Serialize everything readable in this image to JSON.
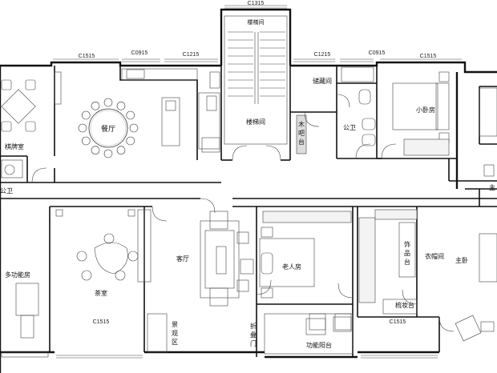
{
  "dimensions": {
    "top": "C1315",
    "c1515_a": "C1515",
    "c0915_a": "C0915",
    "c1215_a": "C1215",
    "c1215_b": "C1215",
    "c0915_b": "C0915",
    "c1515_b": "C1515",
    "c1515_c": "C1515",
    "c1515_d": "C1515"
  },
  "rooms": {
    "stair_room": "楼梯间",
    "stairwell": "楼梯间",
    "storage": "储藏间",
    "dining": "餐厅",
    "chess_room": "棋牌室",
    "wc_left": "公卫",
    "wc_mid": "公卫",
    "wood_deck": "木\n吧\n台",
    "small_bedroom": "小卧房",
    "multi_room": "多功能房",
    "tea_room": "茶室",
    "living": "客厅",
    "elder_room": "老人房",
    "display_table": "饰\n品\n台",
    "closet": "衣帽间",
    "master": "主卧",
    "dresser": "梳妆台",
    "garden": "景\n观\n区",
    "folding_door": "折\n叠\n门",
    "utility_balcony": "功能阳台",
    "right_cut": "主"
  }
}
